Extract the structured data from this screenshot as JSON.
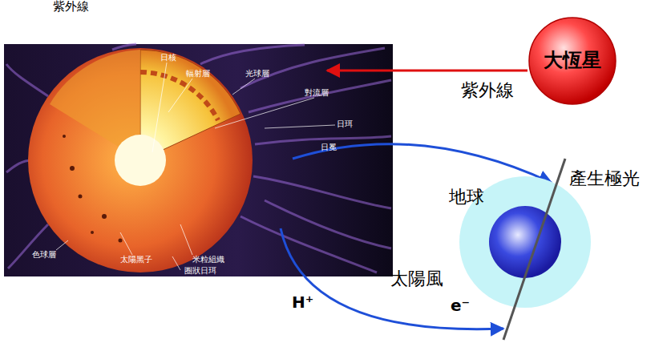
{
  "diagram": {
    "nodes": [
      {
        "text": [
          "大恆星"
        ]
      },
      {
        "text": [
          "地球"
        ]
      }
    ],
    "labels": [
      "紫外線",
      "日核",
      "輻射層",
      "光球層",
      "對流層",
      "日珥",
      "日冕",
      "色球層",
      "太陽黑子",
      "米粒組織",
      "圈狀日珥",
      "紫外線",
      "產生極光",
      "太陽風",
      "H⁺",
      "e⁻"
    ]
  }
}
